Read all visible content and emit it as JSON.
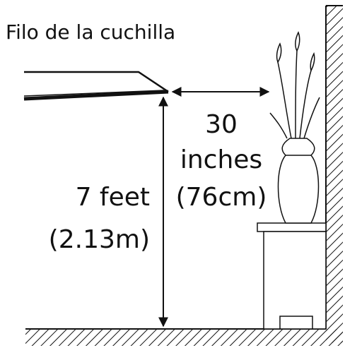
{
  "title": "Filo de la cuchilla",
  "horizontal_clearance": {
    "line1": "30",
    "line2": "inches",
    "line3": "(76cm)"
  },
  "vertical_clearance": {
    "line1": "7 feet",
    "line2": "(2.13m)"
  },
  "colors": {
    "ink": "#111111",
    "background": "#ffffff"
  },
  "icons": [
    "blade-edge",
    "plant-in-vase",
    "pedestal",
    "wall-hatch",
    "floor-hatch"
  ]
}
